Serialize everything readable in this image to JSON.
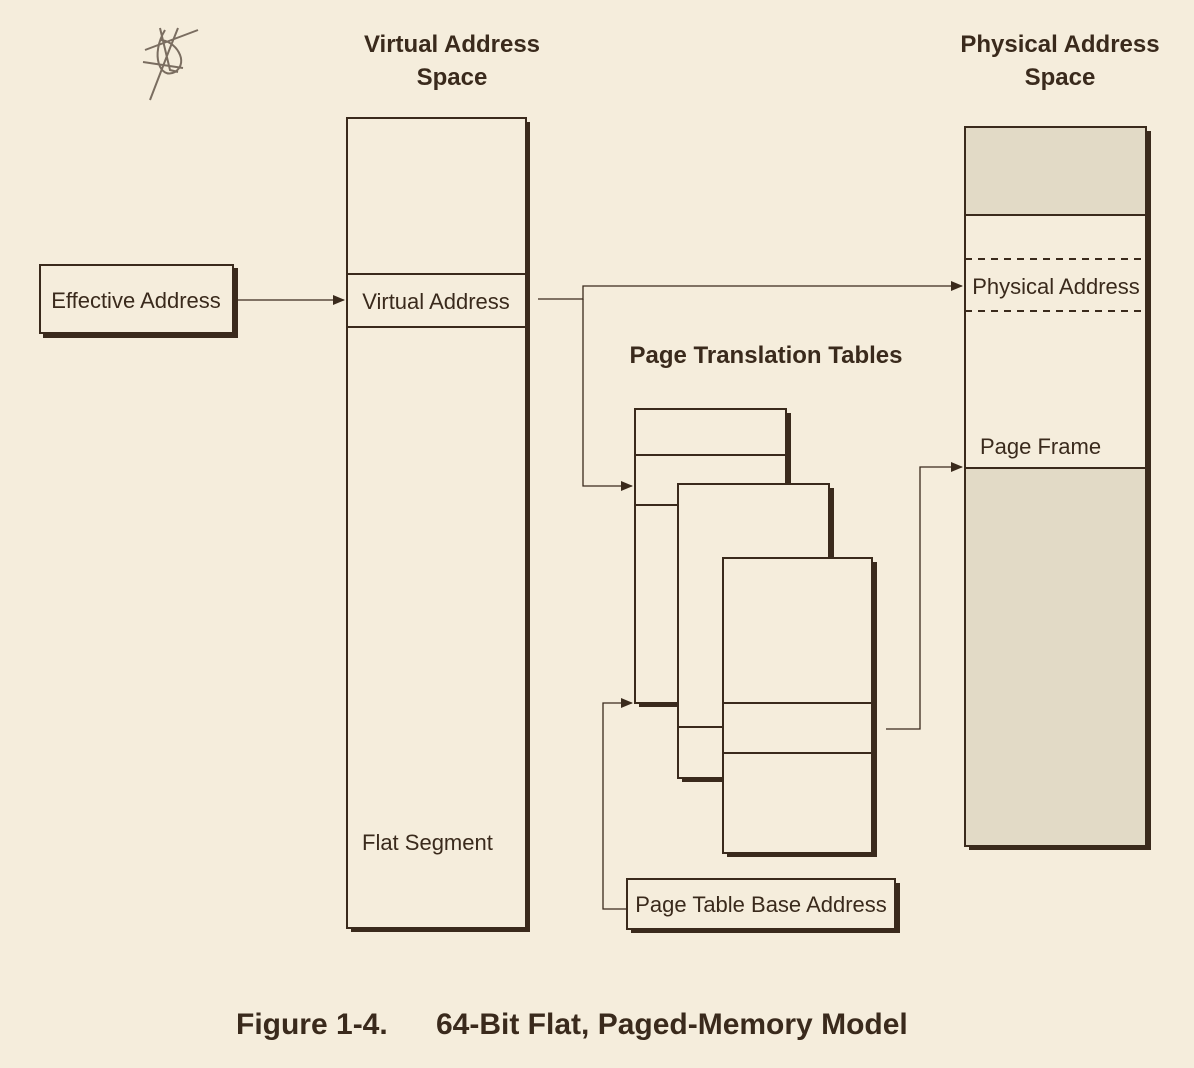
{
  "headings": {
    "virtual_line1": "Virtual Address",
    "virtual_line2": "Space",
    "physical_line1": "Physical Address",
    "physical_line2": "Space",
    "tables": "Page Translation Tables"
  },
  "labels": {
    "effective_address": "Effective Address",
    "virtual_address": "Virtual Address",
    "flat_segment": "Flat Segment",
    "physical_address": "Physical Address",
    "page_frame": "Page Frame",
    "page_table_base": "Page Table Base Address"
  },
  "caption": {
    "number": "Figure 1-4.",
    "text": "64-Bit Flat, Paged-Memory Model"
  },
  "colors": {
    "background": "#f5eddc",
    "ink": "#3a2a1c",
    "shaded_region": "#e2dac6"
  },
  "icons": {
    "logo": "amd-star-logo-icon"
  }
}
